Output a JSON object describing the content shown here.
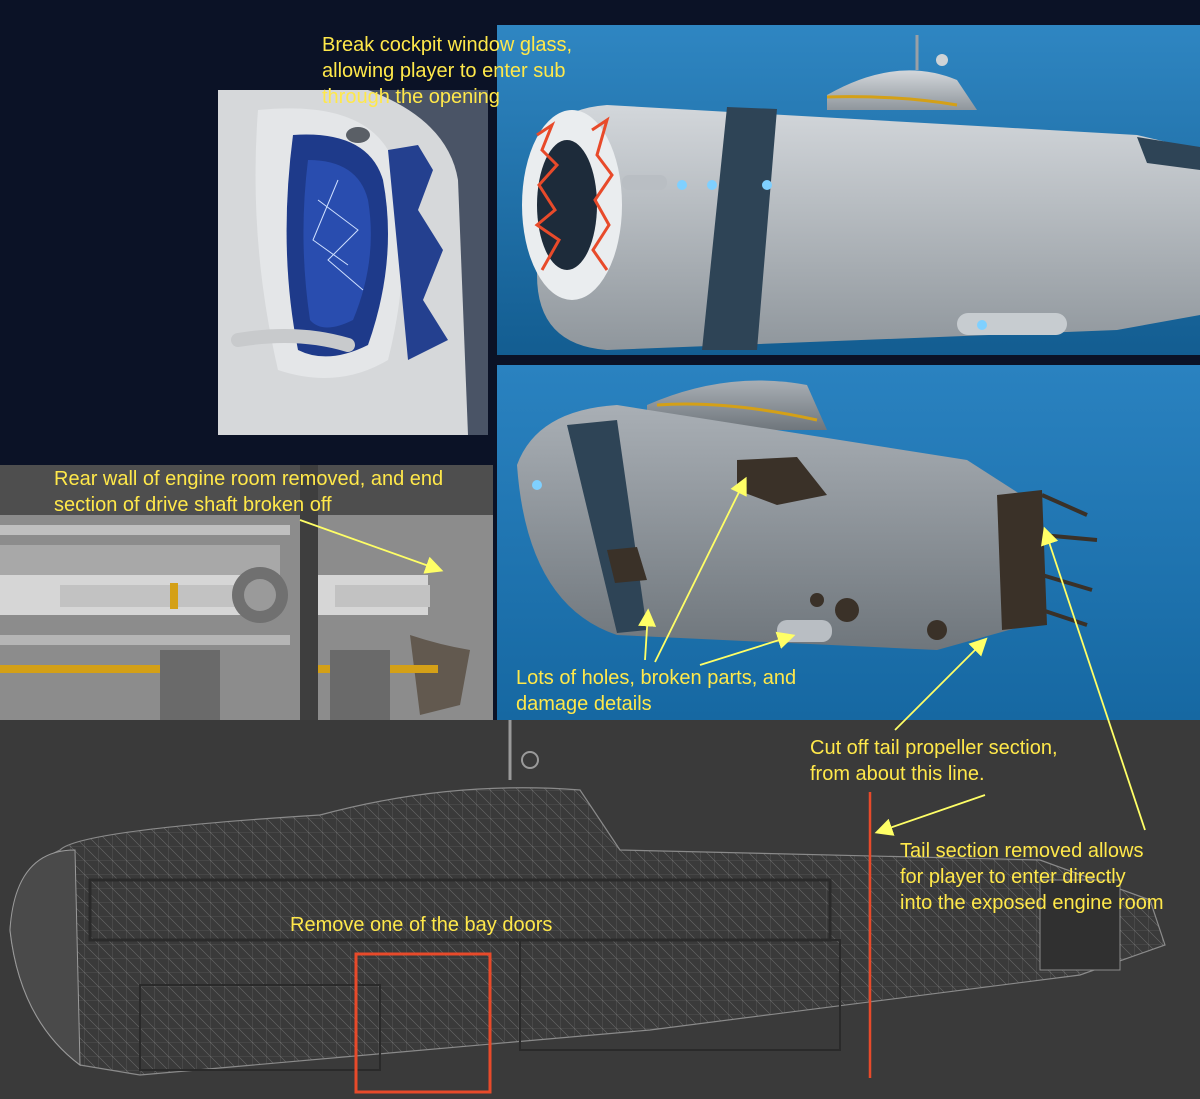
{
  "annotations": {
    "cockpit": [
      "Break cockpit window glass,",
      "allowing player to enter sub",
      "through the opening"
    ],
    "engine_room": [
      "Rear wall of engine room removed, and end",
      "section of drive shaft broken off"
    ],
    "holes": [
      "Lots of holes, broken parts, and",
      "damage details"
    ],
    "tail_cut": [
      "Cut off tail propeller section,",
      "from about this line."
    ],
    "tail_removed": [
      "Tail section removed allows",
      "for player to enter directly",
      "into the exposed engine room"
    ],
    "bay_doors": [
      "Remove one of the bay doors"
    ]
  },
  "colors": {
    "annotation_text": "#ffe84a",
    "arrow": "#ffff66",
    "highlight": "#e84a2a",
    "ocean": "#1a6fa8",
    "background": "#0b1226",
    "wireframe_bg": "#3a3a3a",
    "hull": "#b8bec4",
    "hull_stripe": "#2e4456"
  }
}
